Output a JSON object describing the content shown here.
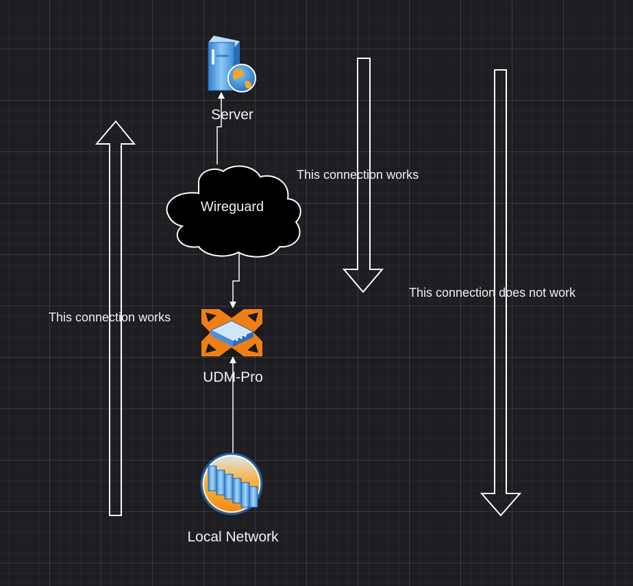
{
  "nodes": {
    "server": {
      "label": "Server",
      "icon": "web-server-icon"
    },
    "wireguard": {
      "label": "Wireguard",
      "icon": "cloud-icon"
    },
    "udm_pro": {
      "label": "UDM-Pro",
      "icon": "router-icon"
    },
    "local_network": {
      "label": "Local Network",
      "icon": "server-cluster-icon"
    }
  },
  "annotations": {
    "left_arrow": "This connection works",
    "middle_arrow": "This connection works",
    "right_arrow": "This connection does not work"
  },
  "colors": {
    "background": "#1e1d22",
    "lines": "#ffffff",
    "router_accent": "#f07e16",
    "server_blue": "#4aa3e8",
    "globe_orange": "#f5a623"
  }
}
